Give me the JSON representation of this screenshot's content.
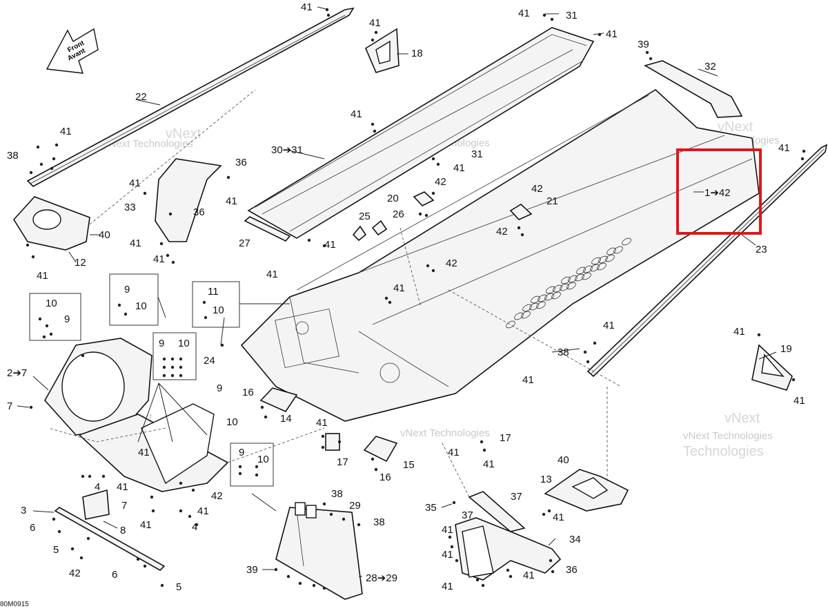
{
  "diagram": {
    "code": "80M0915",
    "watermark": [
      "vNext Technologies",
      "vNext",
      "Technologies"
    ],
    "front_arrow": [
      "Front",
      "Avant"
    ],
    "highlight_color": "#e0161b",
    "labels": {
      "l_41_a": "41",
      "l_41_b": "41",
      "l_31_a": "31",
      "l_41_c": "41",
      "l_18": "18",
      "l_39_a": "39",
      "l_32": "32",
      "l_22": "22",
      "l_41_d": "41",
      "l_41_e": "41",
      "l_38_a": "38",
      "l_30_31": "30➔31",
      "l_31_b": "31",
      "l_41_f": "41",
      "l_36_a": "36",
      "l_41_g": "41",
      "l_33": "33",
      "l_36_b": "36",
      "l_41_h": "41",
      "l_12": "12",
      "l_40_a": "40",
      "l_41_i": "41",
      "l_41_j": "41",
      "l_41_k": "41",
      "l_27": "27",
      "l_41_l": "41",
      "l_42_a": "42",
      "l_20": "20",
      "l_25": "25",
      "l_26": "26",
      "l_42_b": "42",
      "l_21": "21",
      "l_42_c": "42",
      "l_42_d": "42",
      "l_1_42": "1➔42",
      "l_41_m": "41",
      "l_23": "23",
      "l_41_n": "41",
      "l_41_o": "41",
      "l_9_a": "9",
      "l_10_a": "10",
      "l_11": "11",
      "l_10_b": "10",
      "l_10_c": "10",
      "l_9_b": "9",
      "l_9_c": "9",
      "l_10_d": "10",
      "l_24": "24",
      "l_41_p": "41",
      "l_38_b": "38",
      "l_41_q": "41",
      "l_19": "19",
      "l_41_r": "41",
      "l_2_7": "2➔7",
      "l_7_a": "7",
      "l_9_d": "9",
      "l_16_a": "16",
      "l_14": "14",
      "l_10_e": "10",
      "l_41_s": "41",
      "l_17_a": "17",
      "l_17_b": "17",
      "l_41_t": "41",
      "l_41_u": "41",
      "l_15": "15",
      "l_16_b": "16",
      "l_9_e": "9",
      "l_10_f": "10",
      "l_4_a": "4",
      "l_41_v": "41",
      "l_42_e": "42",
      "l_41_w": "41",
      "l_40_b": "40",
      "l_13": "13",
      "l_7_b": "7",
      "l_8": "8",
      "l_41_x": "41",
      "l_4_b": "4",
      "l_3": "3",
      "l_6_a": "6",
      "l_5_a": "5",
      "l_42_f": "42",
      "l_6_b": "6",
      "l_5_b": "5",
      "l_38_c": "38",
      "l_29_a": "29",
      "l_38_d": "38",
      "l_35": "35",
      "l_37_a": "37",
      "l_37_b": "37",
      "l_41_y": "41",
      "l_34": "34",
      "l_41_z": "41",
      "l_41_aa": "41",
      "l_36_c": "36",
      "l_41_ab": "41",
      "l_39_b": "39",
      "l_28_29": "28➔29",
      "l_41_ac": "41"
    }
  }
}
